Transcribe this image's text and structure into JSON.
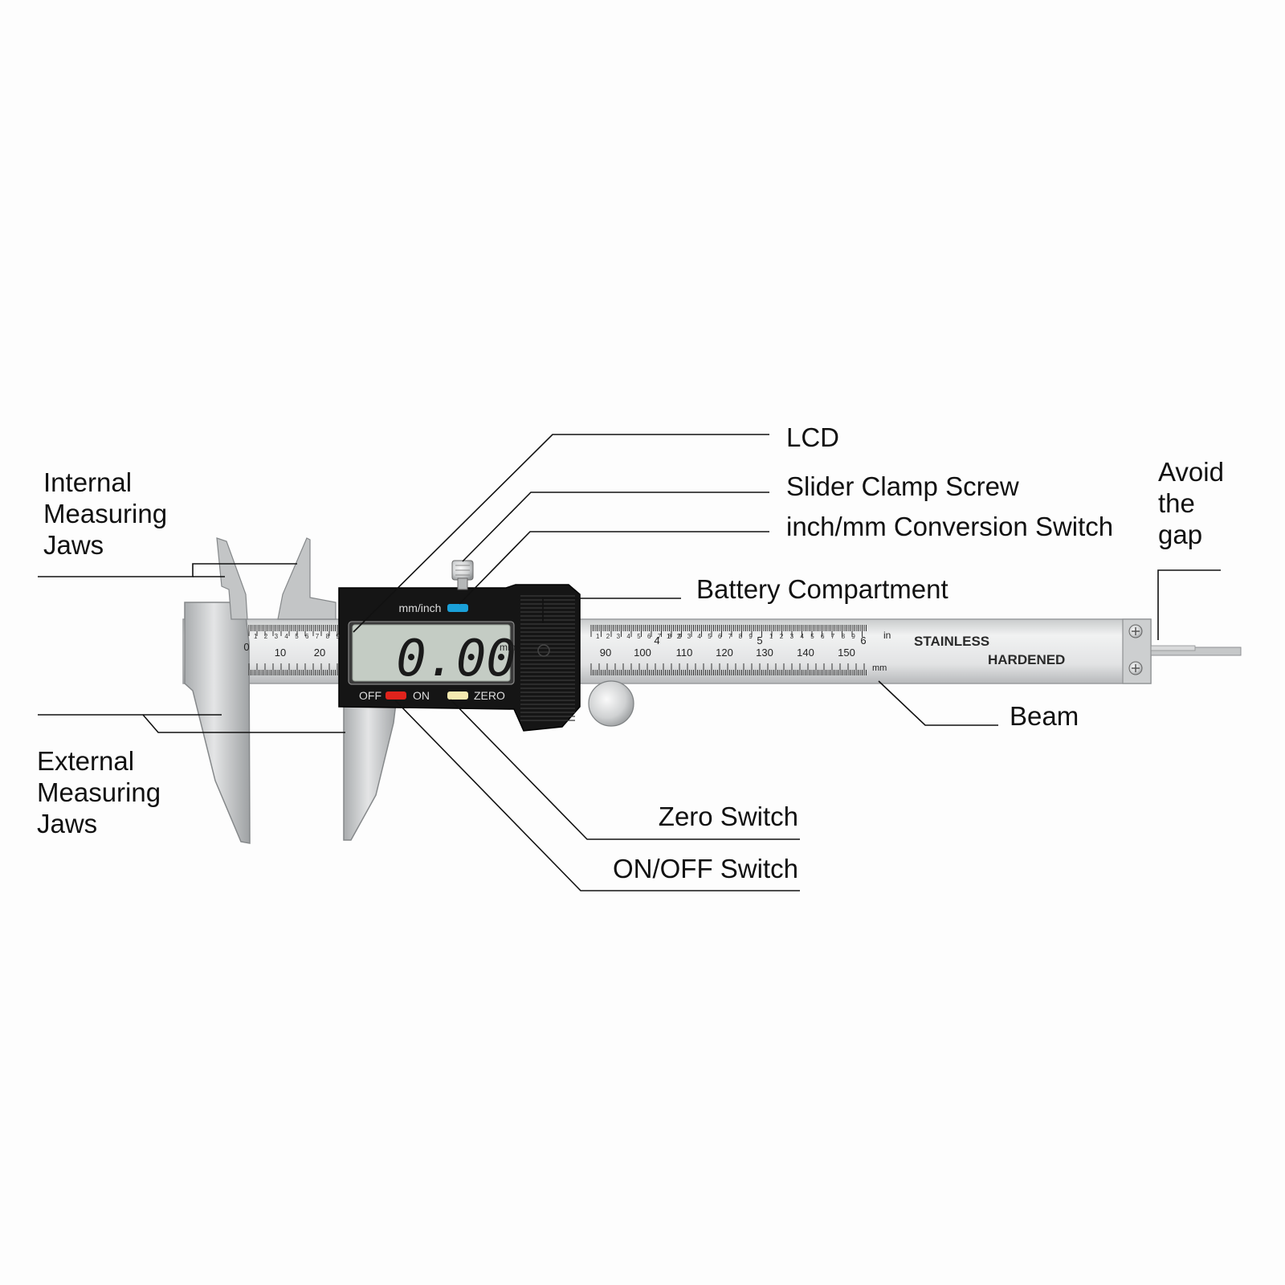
{
  "callouts": {
    "internal_jaws": [
      "Internal",
      "Measuring",
      "Jaws"
    ],
    "external_jaws": [
      "External",
      "Measuring",
      "Jaws"
    ],
    "lcd": "LCD",
    "clamp_screw": "Slider Clamp Screw",
    "conversion_switch": "inch/mm Conversion Switch",
    "battery": "Battery Compartment",
    "avoid_gap": [
      "Avoid",
      "the",
      "gap"
    ],
    "beam": "Beam",
    "zero_switch": "Zero Switch",
    "onoff_switch": "ON/OFF Switch"
  },
  "device": {
    "mm_inch_label": "mm/inch",
    "reading": "0.00",
    "reading_unit": "mm",
    "off_label": "OFF",
    "on_label": "ON",
    "zero_label": "ZERO",
    "stainless": "STAINLESS",
    "hardened": "HARDENED",
    "in_label": "in",
    "mm_label": "mm",
    "mm_scale_left": [
      "0",
      "10",
      "20"
    ],
    "mm_scale_right": [
      "90",
      "100",
      "110",
      "120",
      "130",
      "140",
      "150"
    ],
    "inch_majors": [
      "4",
      "5",
      "6"
    ],
    "inch_minor_digits": [
      "1",
      "2",
      "3",
      "4",
      "5",
      "6",
      "7",
      "8",
      "9"
    ]
  },
  "colors": {
    "off_button": "#e0231c",
    "zero_button": "#f4e9b0",
    "mode_button": "#1aa0d8",
    "lcd_bg": "#c4ccc4",
    "body": "#151515"
  }
}
